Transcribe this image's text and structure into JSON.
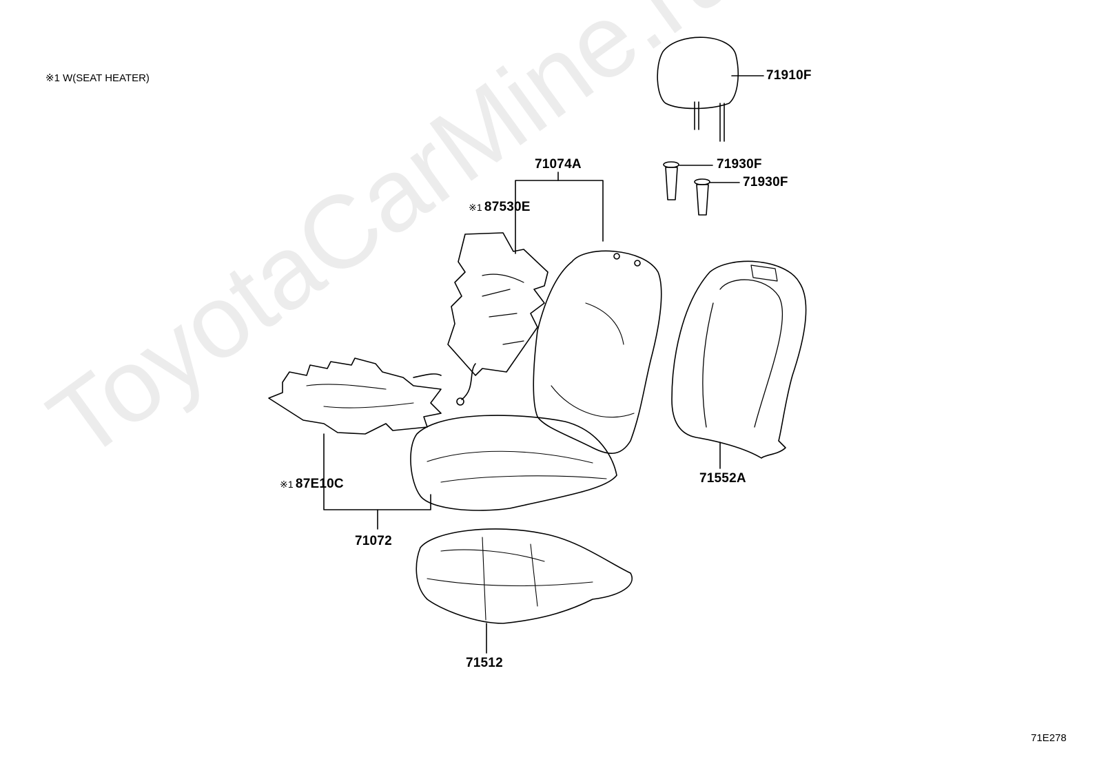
{
  "note": {
    "mark": "※1",
    "text": "W(SEAT HEATER)"
  },
  "parts": {
    "headrest": "71910F",
    "headrest_support_1": "71930F",
    "headrest_support_2": "71930F",
    "back_pad": "71074A",
    "back_heater": "87530E",
    "back_cover": "71552A",
    "cushion_heater": "87E10C",
    "cushion_assembly": "71072",
    "cushion_cover": "71512"
  },
  "heater_mark": "※1",
  "watermark": "ToyotaCarMine.ru",
  "diagram_code": "71E278"
}
